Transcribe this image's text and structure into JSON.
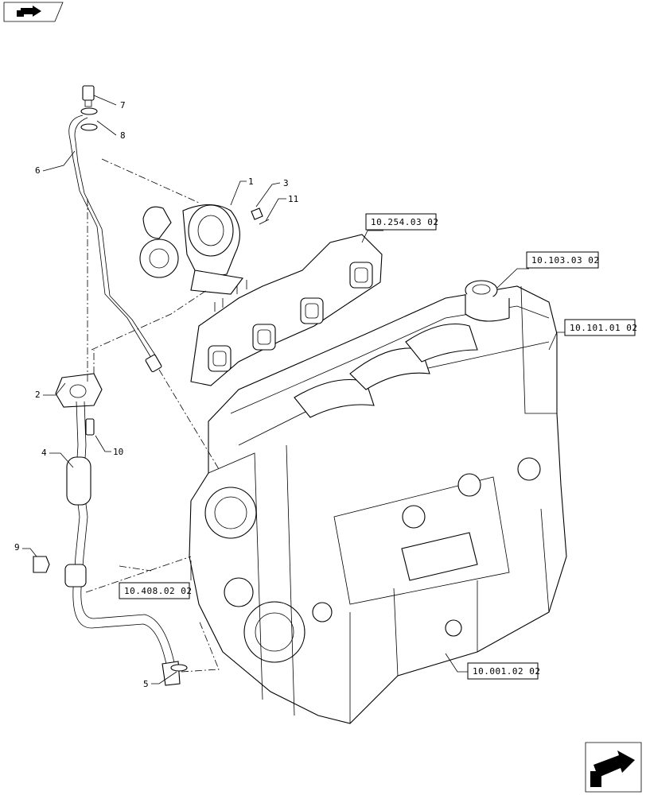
{
  "nav": {
    "back_icon": "back-arrow-icon",
    "forward_icon": "forward-arrow-icon"
  },
  "callouts": {
    "c1": "1",
    "c2": "2",
    "c3": "3",
    "c4": "4",
    "c5": "5",
    "c6": "6",
    "c7": "7",
    "c8": "8",
    "c9": "9",
    "c10": "10",
    "c11": "11"
  },
  "references": {
    "r1": "10.254.03 02",
    "r2": "10.103.03 02",
    "r3": "10.101.01 02",
    "r4": "10.408.02 02",
    "r5": "10.001.02 02"
  }
}
